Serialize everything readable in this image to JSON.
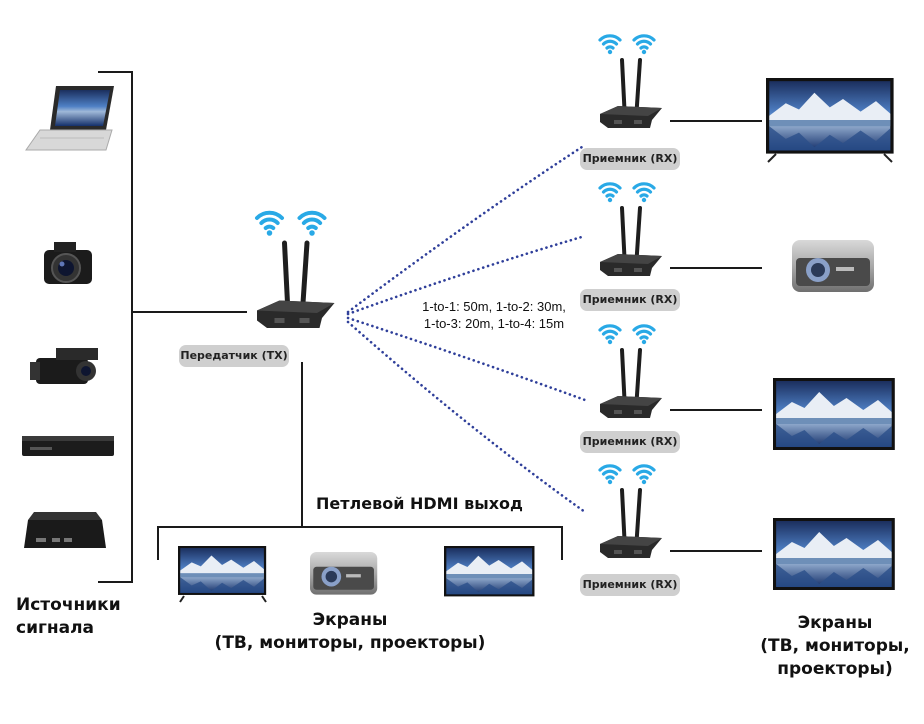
{
  "labels": {
    "sources": "Источники сигнала",
    "transmitter": "Передатчик (TX)",
    "receiver": "Приемник (RX)",
    "loop_out": "Петлевой HDMI выход",
    "screens_left_line1": "Экраны",
    "screens_left_line2": "(ТВ, мониторы, проекторы)",
    "screens_right_line1": "Экраны",
    "screens_right_line2": "(ТВ, мониторы,",
    "screens_right_line3": "проекторы)"
  },
  "distances": {
    "line1": "1-to-1: 50m, 1-to-2: 30m,",
    "line2": "1-to-3: 20m, 1-to-4: 15m"
  },
  "sources": [
    "laptop-icon",
    "camera-icon",
    "camcorder-icon",
    "player-icon",
    "tv-box-icon"
  ],
  "colors": {
    "wifi": "#29a9e6",
    "link_dots": "#2f3f9a",
    "pill_bg": "#cfcfcf",
    "device": "#1e1e1e"
  }
}
